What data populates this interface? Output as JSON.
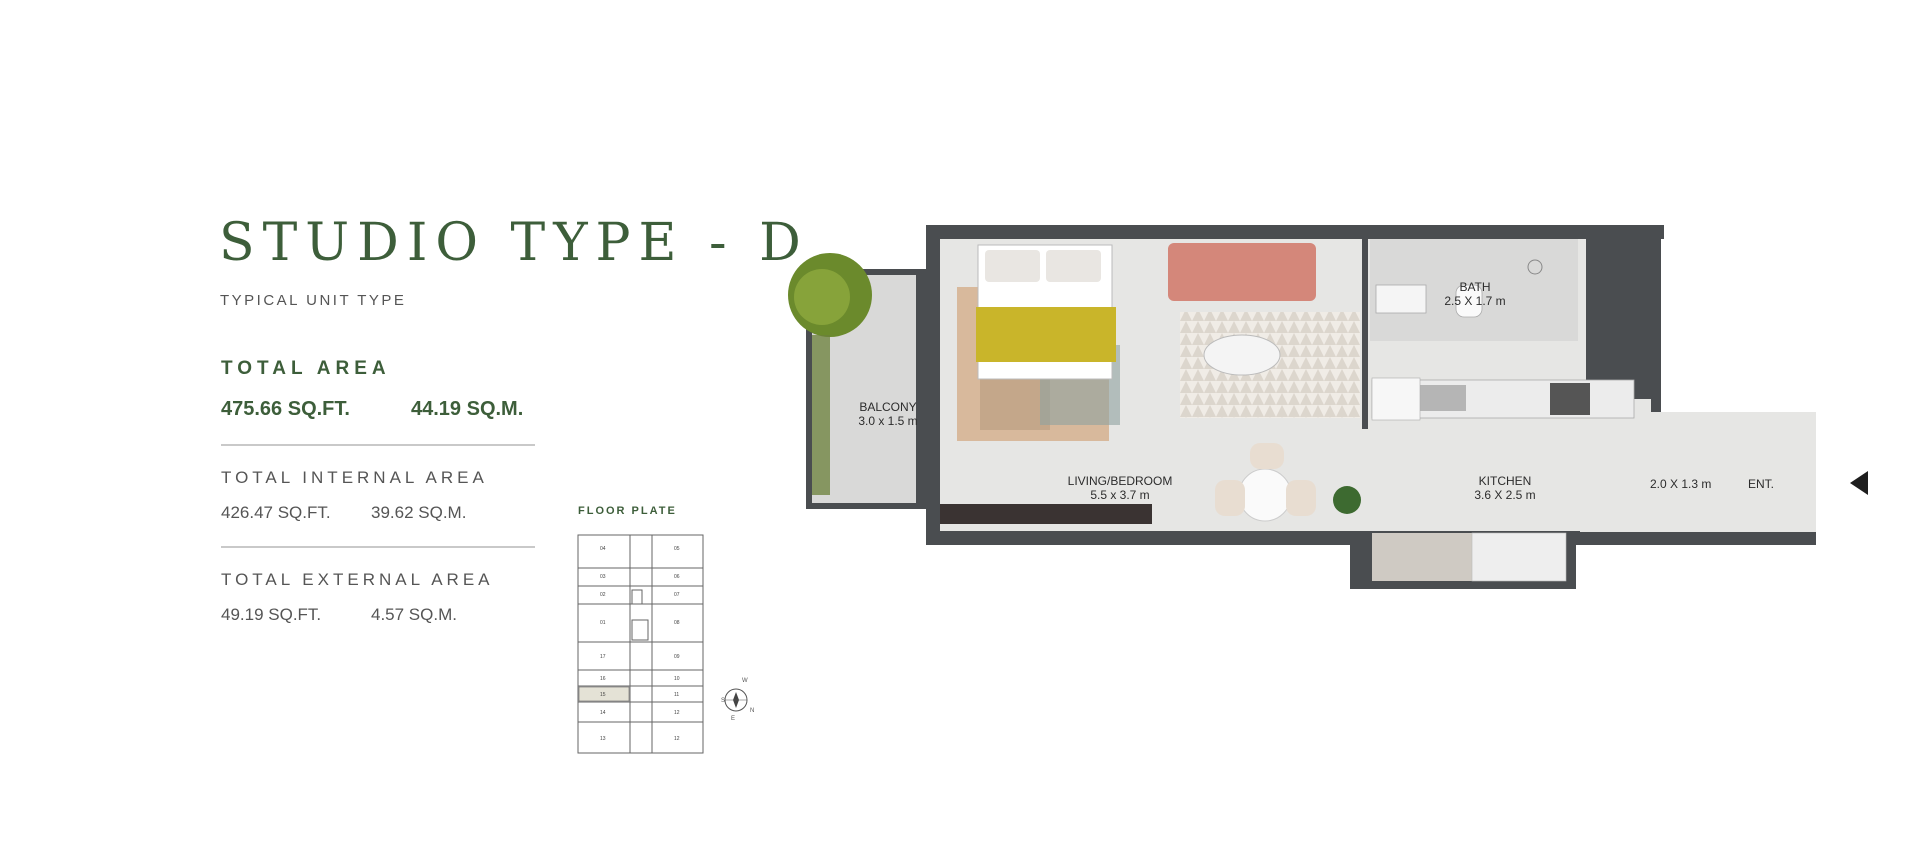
{
  "header": {
    "title": "STUDIO TYPE - D",
    "subtitle": "TYPICAL UNIT TYPE"
  },
  "total_area": {
    "label": "TOTAL AREA",
    "sqft": "475.66 SQ.FT.",
    "sqm": "44.19 SQ.M."
  },
  "internal_area": {
    "label": "TOTAL INTERNAL AREA",
    "sqft": "426.47 SQ.FT.",
    "sqm": "39.62 SQ.M."
  },
  "external_area": {
    "label": "TOTAL EXTERNAL AREA",
    "sqft": "49.19 SQ.FT.",
    "sqm": "4.57 SQ.M."
  },
  "floor_plate": {
    "label": "FLOOR PLATE",
    "compass": {
      "w": "W",
      "s": "S",
      "n": "N",
      "e": "E"
    },
    "units": [
      "04",
      "05",
      "03",
      "06",
      "02",
      "07",
      "01",
      "08",
      "17",
      "09",
      "16",
      "10",
      "15",
      "11",
      "14",
      "12",
      "13",
      "12"
    ]
  },
  "plan": {
    "rooms": [
      {
        "name": "BALCONY",
        "dims": "3.0 x 1.5 m"
      },
      {
        "name": "LIVING/BEDROOM",
        "dims": "5.5 x 3.7 m"
      },
      {
        "name": "BATH",
        "dims": "2.5 X 1.7 m"
      },
      {
        "name": "KITCHEN",
        "dims": "3.6 X 2.5 m"
      }
    ],
    "entrance_dims": "2.0 X 1.3 m",
    "entrance_label": "ENT."
  },
  "colors": {
    "brand_green": "#3d5e3a",
    "wall": "#4a4d50",
    "floor": "#e6e6e4",
    "sofa": "#d4877a",
    "throw": "#c9b52a"
  }
}
